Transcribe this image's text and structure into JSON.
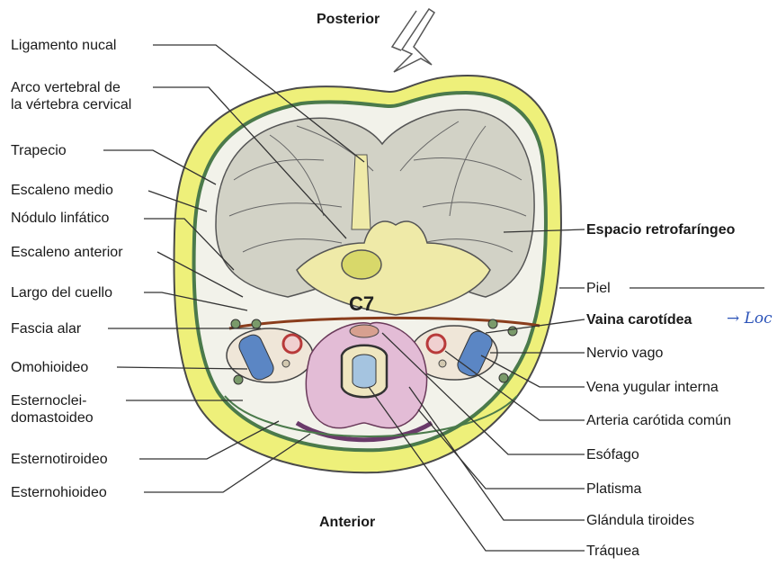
{
  "orientation": {
    "top": "Posterior",
    "bottom": "Anterior"
  },
  "vertebra_label": "C7",
  "handwritten_note": "→ Loc",
  "labels_left": [
    "Ligamento nucal",
    "Arco vertebral de\nla vértebra cervical",
    "Trapecio",
    "Escaleno medio",
    "Nódulo linfático",
    "Escaleno anterior",
    "Largo del cuello",
    "Fascia alar",
    "Omohioideo",
    "Esternoclei-\ndomastoideo",
    "Esternotiroideo",
    "Esternohioideo"
  ],
  "labels_right": [
    "Espacio retrofaríngeo",
    "Piel",
    "Vaina carotídea",
    "Nervio vago",
    "Vena yugular interna",
    "Arteria carótida común",
    "Esófago",
    "Platisma",
    "Glándula tiroides",
    "Tráquea"
  ],
  "colors": {
    "skin_yellow": "#eef07a",
    "muscle": "#d2d2c6",
    "muscle_line": "#555555",
    "fascia_green": "#4b7a4b",
    "thyroid_pink": "#e3bcd6",
    "vein_blue": "#5b86c4",
    "artery_red": "#b83a3a",
    "vertebra_yellow": "#e8e58a",
    "fascia_brown": "#8a3d1c"
  }
}
